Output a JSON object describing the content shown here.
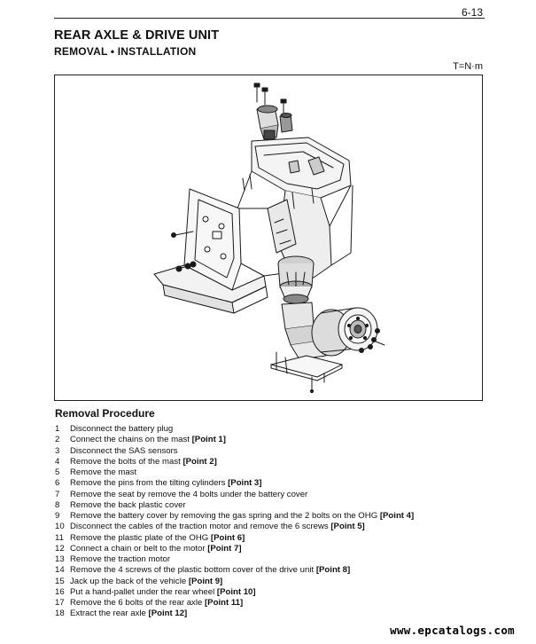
{
  "header": {
    "page_number": "6-13",
    "title": "REAR AXLE & DRIVE UNIT",
    "subtitle": "REMOVAL • INSTALLATION",
    "unit_note": "T=N·m"
  },
  "figure": {
    "icon": "rear-axle-drive-unit-exploded-illustration",
    "stroke_color": "#1a1a1a"
  },
  "procedure": {
    "heading": "Removal Procedure",
    "steps": [
      {
        "n": "1",
        "text": "Disconnect the battery plug",
        "point": ""
      },
      {
        "n": "2",
        "text": "Connect the chains on the mast ",
        "point": "[Point 1]"
      },
      {
        "n": "3",
        "text": "Disconnect the SAS sensors",
        "point": ""
      },
      {
        "n": "4",
        "text": "Remove the bolts of the mast ",
        "point": "[Point 2]"
      },
      {
        "n": "5",
        "text": "Remove the mast",
        "point": ""
      },
      {
        "n": "6",
        "text": "Remove the pins from the tilting cylinders ",
        "point": "[Point 3]"
      },
      {
        "n": "7",
        "text": "Remove the seat by remove the 4 bolts under the battery cover",
        "point": ""
      },
      {
        "n": "8",
        "text": "Remove the back plastic cover",
        "point": ""
      },
      {
        "n": "9",
        "text": "Remove the battery cover by removing the gas spring and the 2 bolts on the OHG ",
        "point": "[Point 4]"
      },
      {
        "n": "10",
        "text": "Disconnect the cables of the traction motor and remove the 6 screws ",
        "point": "[Point 5]"
      },
      {
        "n": "11",
        "text": "Remove the plastic plate of the OHG ",
        "point": "[Point 6]"
      },
      {
        "n": "12",
        "text": "Connect a chain or belt to the motor ",
        "point": "[Point 7]"
      },
      {
        "n": "13",
        "text": "Remove the traction motor",
        "point": ""
      },
      {
        "n": "14",
        "text": "Remove the 4 screws of the plastic bottom cover of the drive unit ",
        "point": "[Point 8]"
      },
      {
        "n": "15",
        "text": "Jack up the back of the vehicle ",
        "point": "[Point 9]"
      },
      {
        "n": "16",
        "text": "Put a hand-pallet under the rear wheel ",
        "point": "[Point 10]"
      },
      {
        "n": "17",
        "text": "Remove the 6 bolts of the rear axle ",
        "point": "[Point 11]"
      },
      {
        "n": "18",
        "text": "Extract the rear axle ",
        "point": "[Point 12]"
      }
    ]
  },
  "watermark": "www.epcatalogs.com"
}
